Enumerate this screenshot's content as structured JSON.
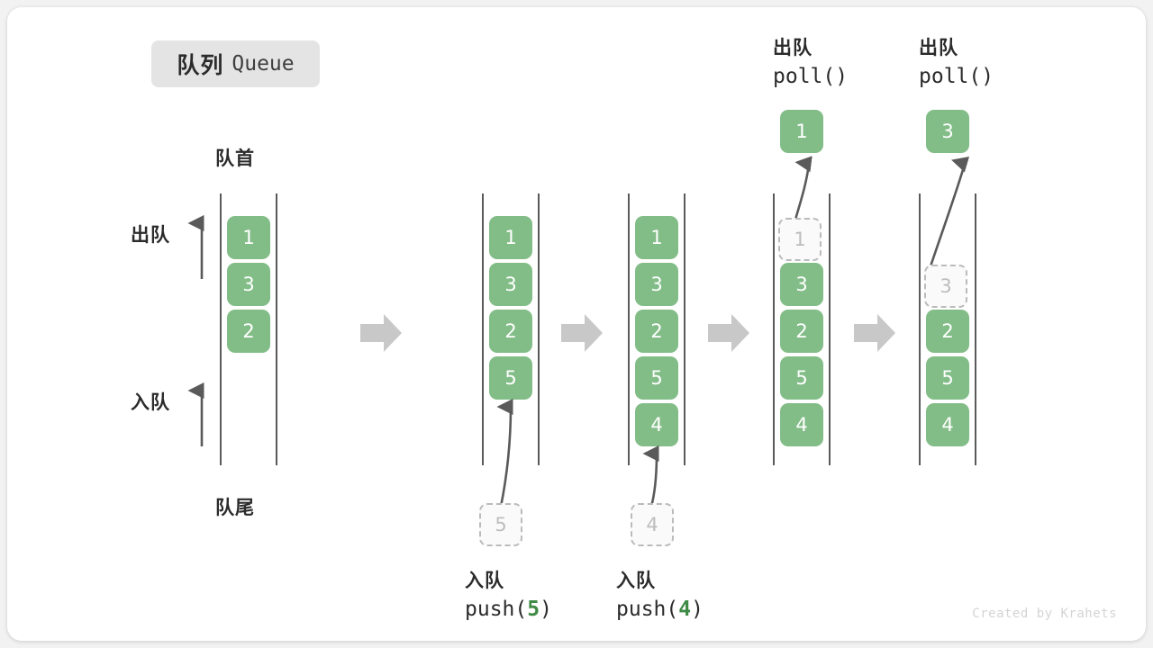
{
  "title": {
    "cn": "队列",
    "en": "Queue"
  },
  "labels": {
    "head": "队首",
    "tail": "队尾",
    "dequeue": "出队",
    "enqueue": "入队"
  },
  "colors": {
    "box_fill": "#82bd87",
    "box_text": "#ffffff",
    "ghost_border": "#bbbbbb",
    "ghost_text": "#bdbdbd",
    "rail": "#5a5a5a",
    "arrow": "#5a5a5a",
    "step_arrow": "#c8c8c8",
    "badge_bg": "#e4e4e4",
    "accent_green": "#3f8a45",
    "watermark": "#d4d4d4"
  },
  "columns": [
    {
      "id": "col-initial",
      "slots": [
        {
          "value": "1",
          "state": "filled"
        },
        {
          "value": "3",
          "state": "filled"
        },
        {
          "value": "2",
          "state": "filled"
        }
      ],
      "side_labels": [
        {
          "text": "出队",
          "arrow": "up"
        },
        {
          "text": "入队",
          "arrow": "up"
        }
      ],
      "top_label": "队首",
      "bottom_label": "队尾"
    },
    {
      "id": "col-push-5",
      "slots": [
        {
          "value": "1",
          "state": "filled"
        },
        {
          "value": "3",
          "state": "filled"
        },
        {
          "value": "2",
          "state": "filled"
        },
        {
          "value": "5",
          "state": "filled"
        }
      ],
      "incoming": {
        "ghost_value": "5",
        "caption_cn": "入队",
        "caption_code_prefix": "push(",
        "caption_code_num": "5",
        "caption_code_suffix": ")"
      }
    },
    {
      "id": "col-push-4",
      "slots": [
        {
          "value": "1",
          "state": "filled"
        },
        {
          "value": "3",
          "state": "filled"
        },
        {
          "value": "2",
          "state": "filled"
        },
        {
          "value": "5",
          "state": "filled"
        },
        {
          "value": "4",
          "state": "filled"
        }
      ],
      "incoming": {
        "ghost_value": "4",
        "caption_cn": "入队",
        "caption_code_prefix": "push(",
        "caption_code_num": "4",
        "caption_code_suffix": ")"
      }
    },
    {
      "id": "col-poll-1",
      "slots": [
        {
          "value": "1",
          "state": "ghost"
        },
        {
          "value": "3",
          "state": "filled"
        },
        {
          "value": "2",
          "state": "filled"
        },
        {
          "value": "5",
          "state": "filled"
        },
        {
          "value": "4",
          "state": "filled"
        }
      ],
      "outgoing": {
        "popped_value": "1",
        "caption_cn": "出队",
        "caption_code": "poll()"
      }
    },
    {
      "id": "col-poll-3",
      "slots": [
        {
          "value": "",
          "state": "empty"
        },
        {
          "value": "3",
          "state": "ghost"
        },
        {
          "value": "2",
          "state": "filled"
        },
        {
          "value": "5",
          "state": "filled"
        },
        {
          "value": "4",
          "state": "filled"
        }
      ],
      "outgoing": {
        "popped_value": "3",
        "caption_cn": "出队",
        "caption_code": "poll()"
      }
    }
  ],
  "step_arrows": 4,
  "watermark": "Created by Krahets"
}
